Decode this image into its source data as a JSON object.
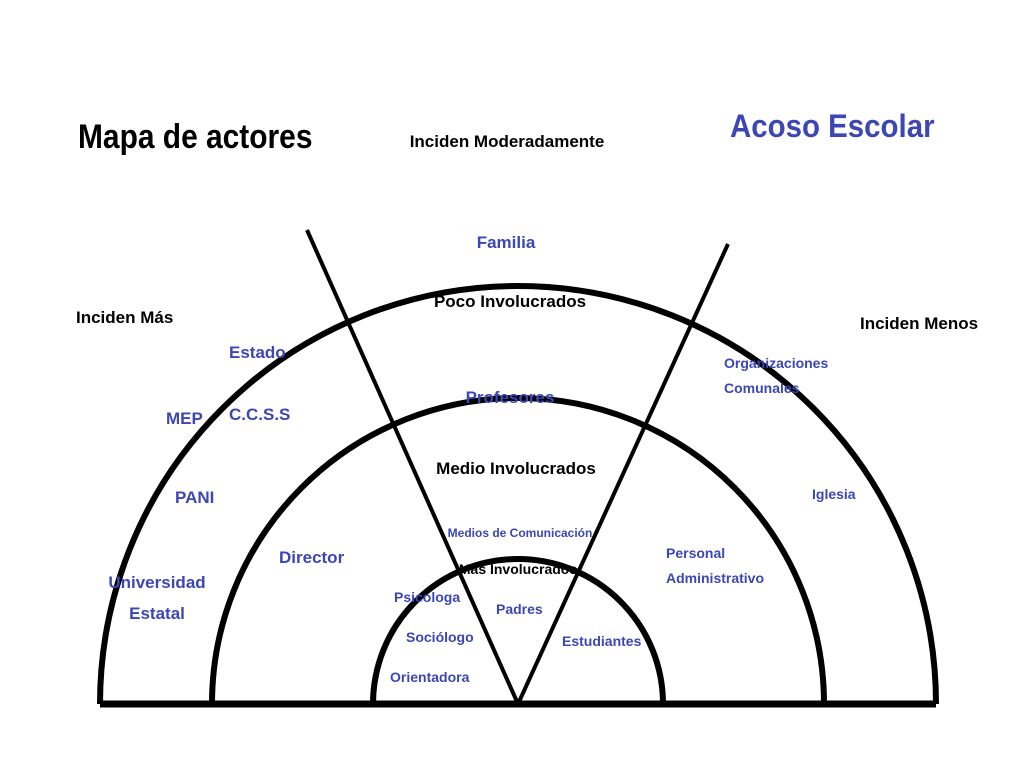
{
  "diagram": {
    "title": "Mapa de actores",
    "topic": "Acoso Escolar",
    "colors": {
      "line": "#000000",
      "actor": "#3c46b4",
      "heading": "#000000"
    },
    "zones": {
      "left": "Inciden Más",
      "top": "Inciden Moderadamente",
      "right": "Inciden Menos"
    },
    "rings": {
      "outer": "Poco Involucrados",
      "middle": "Medio Involucrados",
      "inner": "Más Involucrados"
    },
    "actors": {
      "estado": "Estado",
      "mep": "MEP",
      "ccss": "C.C.S.S",
      "pani": "PANI",
      "universidad_line1": "Universidad",
      "universidad_line2": "Estatal",
      "familia": "Familia",
      "organizaciones_line1": "Organizaciones",
      "organizaciones_line2": "Comunales",
      "iglesia": "Iglesia",
      "profesores": "Profesores",
      "director": "Director",
      "personal_line1": "Personal",
      "personal_line2": "Administrativo",
      "medios": "Medios de Comunicación",
      "psicologa": "Psicologa",
      "sociologo": "Sociólogo",
      "orientadora": "Orientadora",
      "padres": "Padres",
      "estudiantes": "Estudiantes"
    }
  }
}
